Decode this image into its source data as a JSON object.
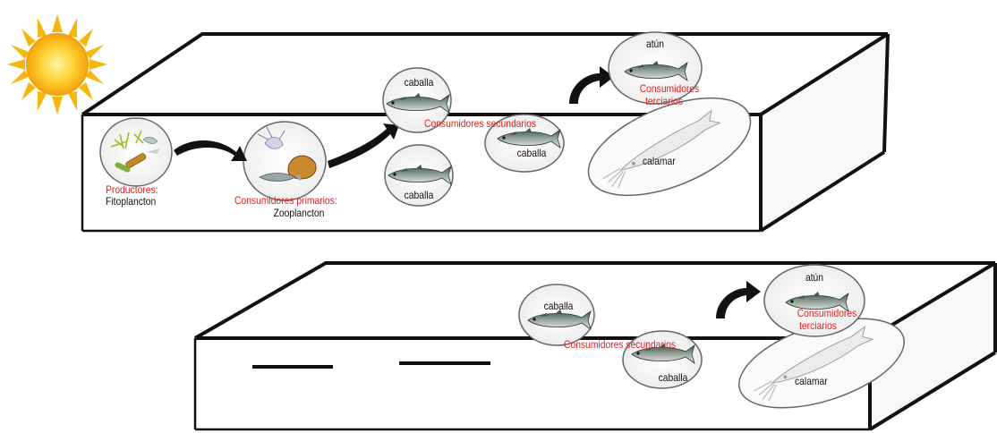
{
  "colors": {
    "trophic_label": "#e02020",
    "organism_label": "#111111",
    "box_stroke": "#111111",
    "sun": "#f5b60e"
  },
  "icons": [
    "sun-icon",
    "arrow-icon",
    "phytoplankton-image",
    "zooplankton-image",
    "mackerel-image",
    "tuna-image",
    "squid-image"
  ],
  "top_box": {
    "producers_label": "Productores:",
    "producers_name": "Fitoplancton",
    "primary_label": "Consumidores primarios:",
    "primary_name": "Zooplancton",
    "mackerel_1": "caballa",
    "mackerel_2": "caballa",
    "mackerel_3": "caballa",
    "secondary_label": "Consumidores secundarios",
    "tuna": "atún",
    "tertiary_label_1": "Consumidores",
    "tertiary_label_2": "terciarios",
    "squid": "calamar"
  },
  "bottom_box": {
    "mackerel_1": "caballa",
    "mackerel_2": "caballa",
    "secondary_label": "Consumidores secundarios",
    "tuna": "atún",
    "tertiary_label_1": "Consumidores",
    "tertiary_label_2": "terciarios",
    "squid": "calamar"
  }
}
